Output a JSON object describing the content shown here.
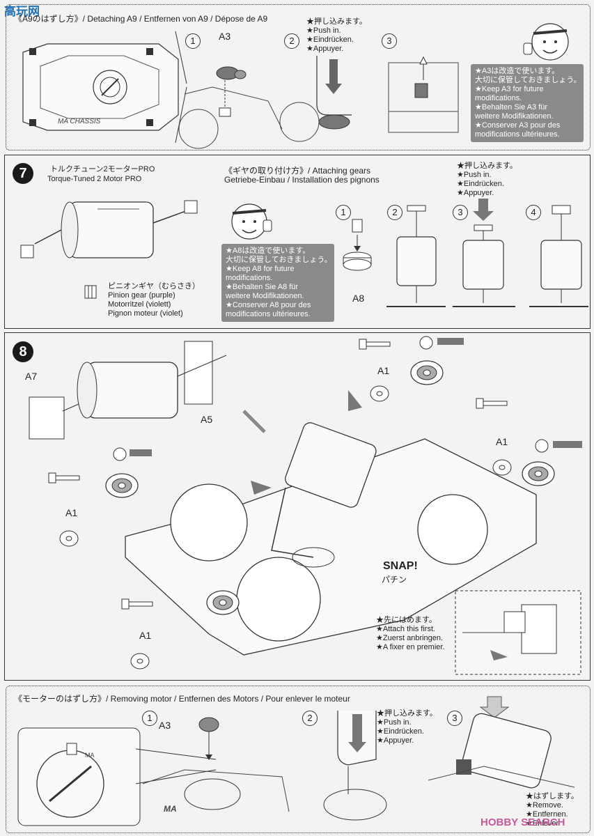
{
  "watermark_top": "高玩网",
  "watermark_bottom": "HOBBY SEARCH",
  "section_a9": {
    "title": "《A9のはずし方》/ Detaching A9 / Entfernen von A9 / Dépose de A9",
    "steps": [
      "1",
      "2",
      "3"
    ],
    "a3_label": "A3",
    "push_lines": [
      "★押し込みます。",
      "★Push in.",
      "★Eindrücken.",
      "★Appuyer."
    ],
    "keep_box": [
      "★A3は改造で使います。",
      "大切に保管しておきましょう。",
      "★Keep A3 for future",
      "modifications.",
      "★Behalten Sie A3 für",
      "weitere Modifikationen.",
      "★Conserver A3 pour des",
      "modifications ultérieures."
    ]
  },
  "step7": {
    "badge": "7",
    "motor_jp": "トルクチューン2モーターPRO",
    "motor_en": "Torque-Tuned 2 Motor PRO",
    "gear_title": "《ギヤの取り付け方》/ Attaching gears",
    "gear_subtitle": "Getriebe-Einbau / Installation des pignons",
    "pinion_lines": [
      "ピニオンギヤ（むらさき）",
      "Pinion gear (purple)",
      "Motorritzel (violett)",
      "Pignon moteur (violet)"
    ],
    "keep_box": [
      "★A8は改造で使います。",
      "大切に保管しておきましょう。",
      "★Keep A8 for future",
      "modifications.",
      "★Behalten Sie A8 für",
      "weitere Modifikationen.",
      "★Conserver A8 pour des",
      "modifications ultérieures."
    ],
    "push_lines": [
      "★押し込みます。",
      "★Push in.",
      "★Eindrücken.",
      "★Appuyer."
    ],
    "steps": [
      "1",
      "2",
      "3",
      "4"
    ],
    "a8_label": "A8"
  },
  "step8": {
    "badge": "8",
    "labels": [
      "A7",
      "A5",
      "A1",
      "A1",
      "A1",
      "A1"
    ],
    "snap_en": "SNAP!",
    "snap_jp": "パチン",
    "attach_lines": [
      "★先にはめます。",
      "★Attach this first.",
      "★Zuerst anbringen.",
      "★A fixer en premier."
    ]
  },
  "section_motor": {
    "title": "《モーターのはずし方》/ Removing motor / Entfernen des Motors / Pour enlever le moteur",
    "steps": [
      "1",
      "2",
      "3"
    ],
    "a3_label": "A3",
    "push_lines": [
      "★押し込みます。",
      "★Push in.",
      "★Eindrücken.",
      "★Appuyer."
    ],
    "remove_lines": [
      "★はずします。",
      "★Remove.",
      "★Entfernen.",
      "★Enlever."
    ]
  }
}
